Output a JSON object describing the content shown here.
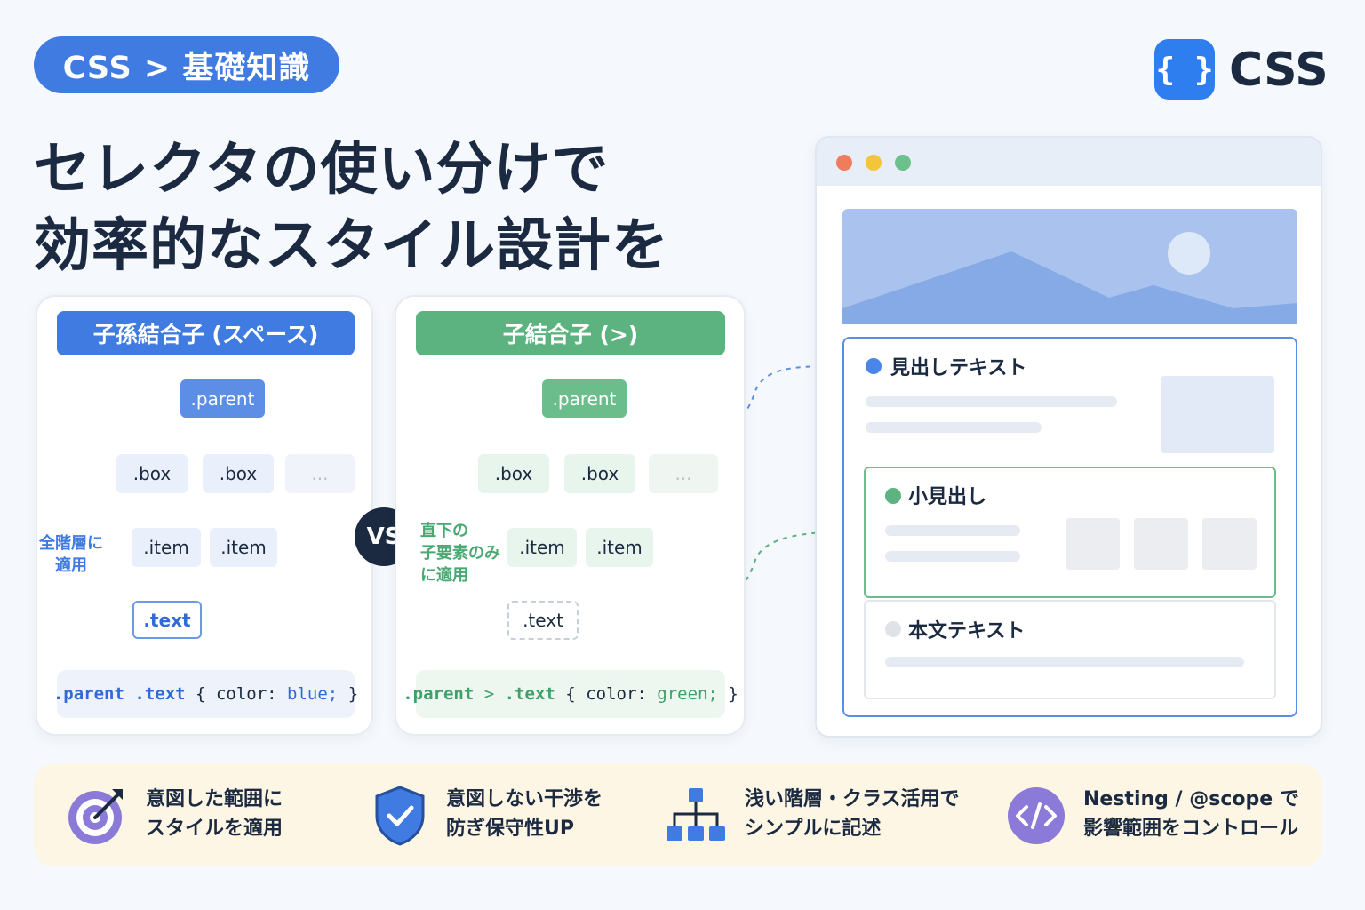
{
  "breadcrumb": "CSS > 基礎知識",
  "logo": {
    "mark": "{ }",
    "text": "CSS"
  },
  "title": {
    "line1": "セレクタの使い分けで",
    "line2": "効率的なスタイル設計を"
  },
  "descendant": {
    "header": "子孫結合子 (スペース)",
    "nodes": {
      "parent": ".parent",
      "box1": ".box",
      "box2": ".box",
      "more": "...",
      "item1": ".item",
      "item2": ".item",
      "text": ".text"
    },
    "side_note": [
      "全階層に",
      "適用"
    ],
    "code": {
      "selector1": ".parent",
      "selector2": ".text",
      "open": "{",
      "prop": "color:",
      "value": "blue;",
      "close": "}"
    }
  },
  "vs": "VS",
  "child": {
    "header": "子結合子 (>)",
    "nodes": {
      "parent": ".parent",
      "box1": ".box",
      "box2": ".box",
      "more": "...",
      "item1": ".item",
      "item2": ".item",
      "text": ".text"
    },
    "side_note": [
      "直下の",
      "子要素のみ",
      "に適用"
    ],
    "code": {
      "selector1": ".parent",
      "combinator": ">",
      "selector2": ".text",
      "open": "{",
      "prop": "color:",
      "value": "green;",
      "close": "}"
    }
  },
  "browser": {
    "card1_label": "見出しテキスト",
    "card2_label": "小見出し",
    "card3_label": "本文テキスト"
  },
  "features": [
    {
      "icon": "target-icon",
      "line1": "意図した範囲に",
      "line2": "スタイルを適用"
    },
    {
      "icon": "shield-check-icon",
      "line1": "意図しない干渉を",
      "line2": "防ぎ保守性UP"
    },
    {
      "icon": "hierarchy-icon",
      "line1": "浅い階層・クラス活用で",
      "line2": "シンプルに記述"
    },
    {
      "icon": "code-icon",
      "line1": "Nesting / @scope で",
      "line2": "影響範囲をコントロール"
    }
  ],
  "colors": {
    "blue": "#3f7be0",
    "green": "#5cb37f",
    "dark": "#1b2a41",
    "band": "#fdf6e4"
  }
}
